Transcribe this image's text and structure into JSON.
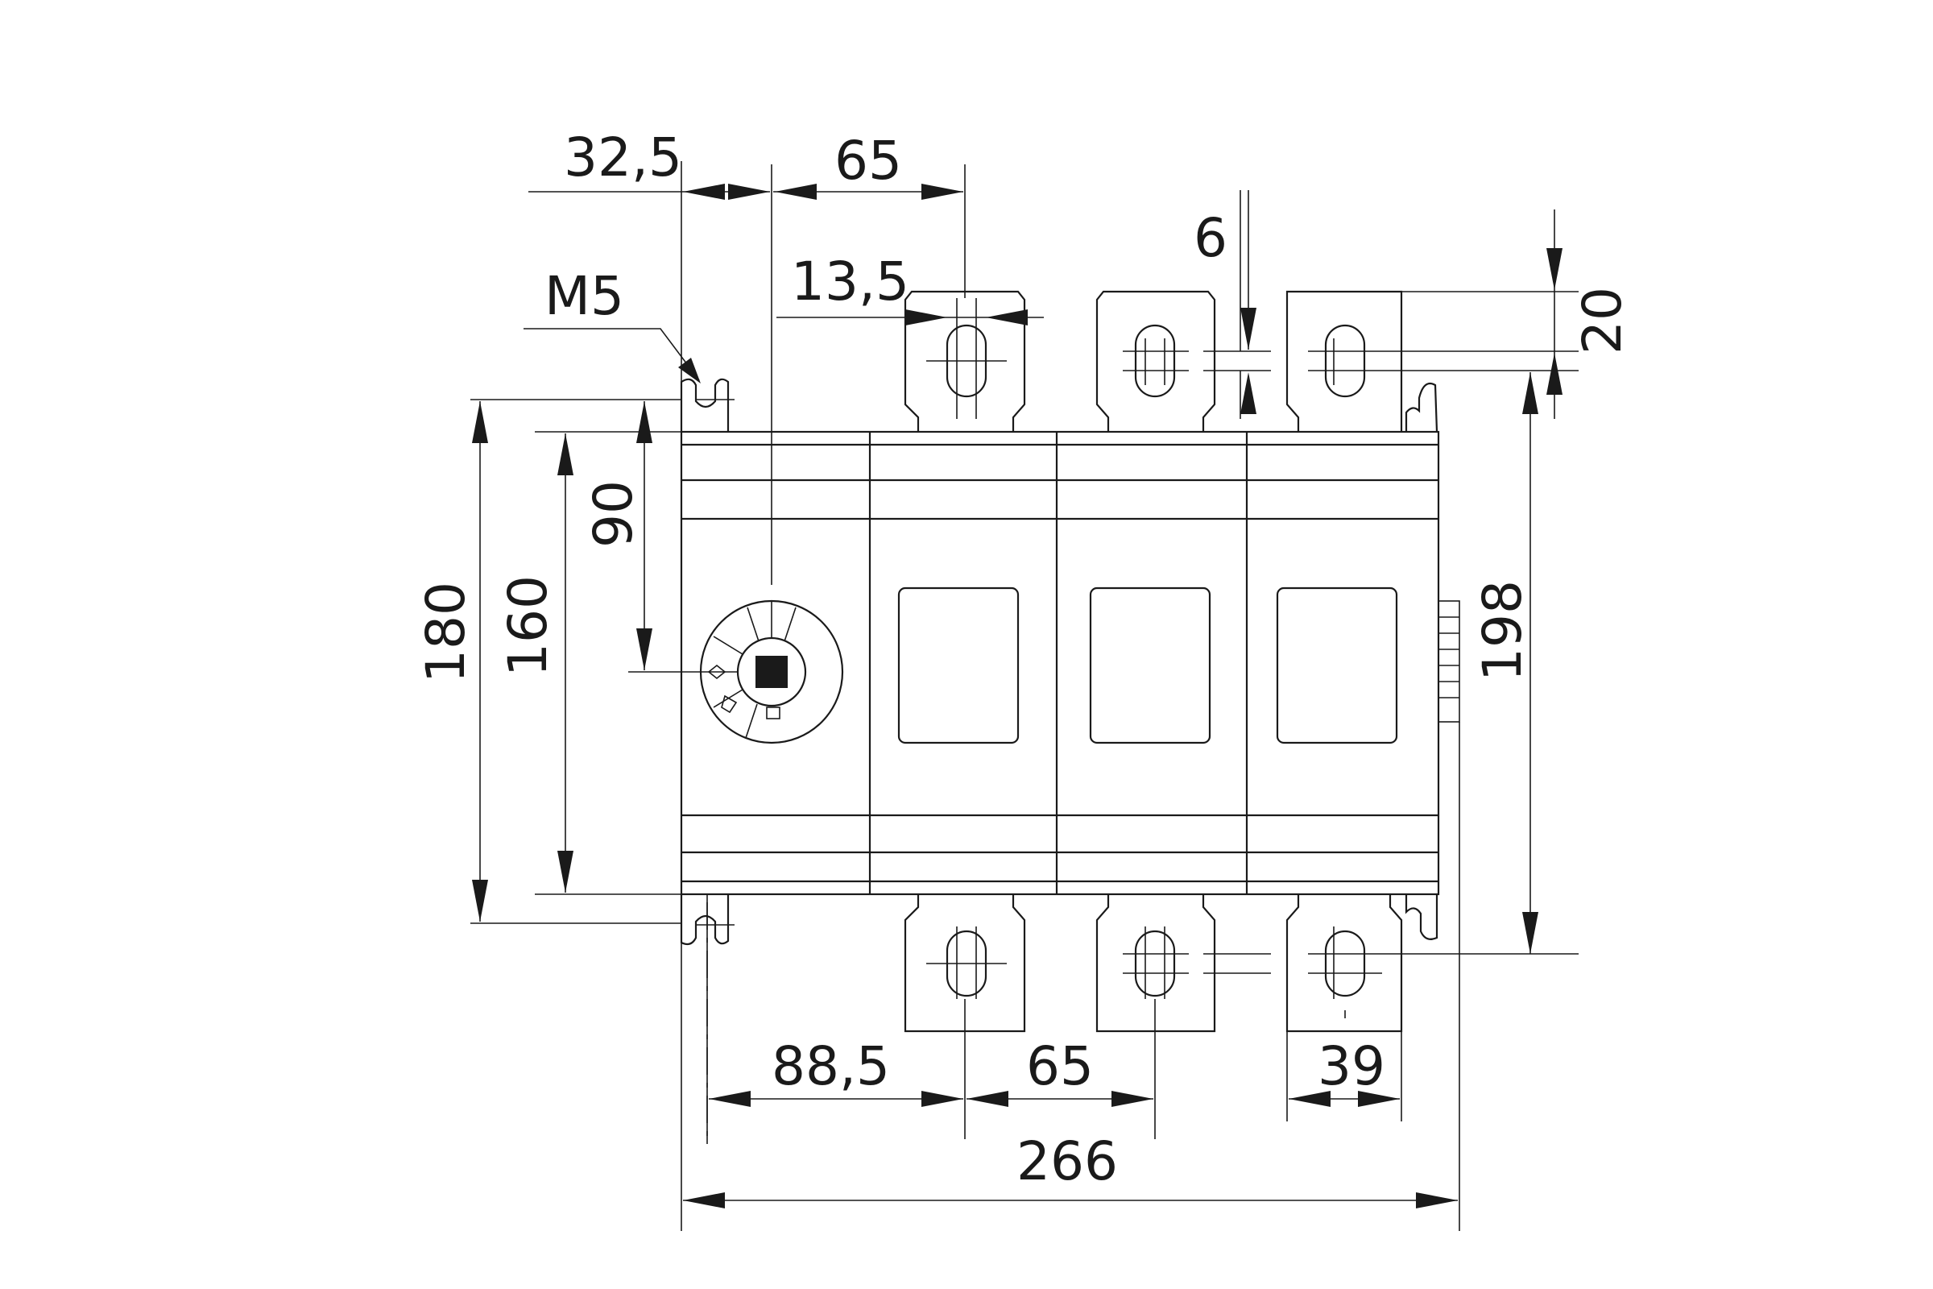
{
  "dimensions": {
    "pitch_left": "32,5",
    "pitch_top": "65",
    "hole_width": "13,5",
    "thread": "M5",
    "terminal_thickness": "6",
    "terminal_offset": "20",
    "height_mount": "180",
    "height_body": "160",
    "handle_center": "90",
    "height_total": "198",
    "pitch_bottom_left": "88,5",
    "pitch_bottom": "65",
    "terminal_width": "39",
    "width_total": "266"
  },
  "colors": {
    "line": "#1a1a1a",
    "background": "#ffffff"
  }
}
